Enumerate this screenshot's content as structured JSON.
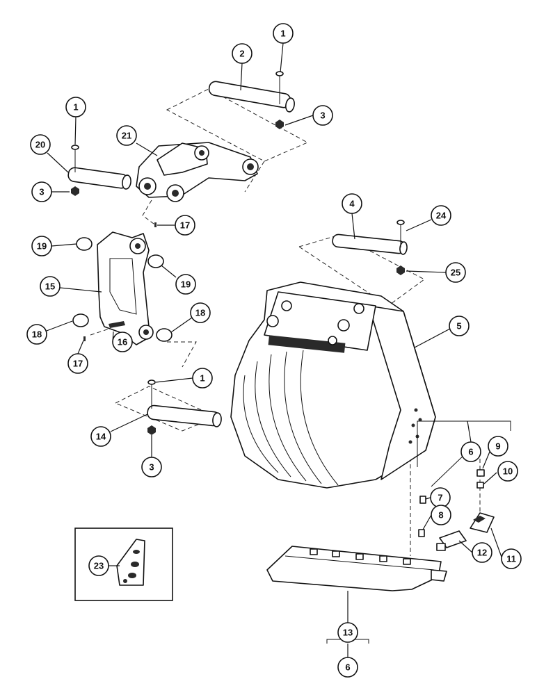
{
  "diagram": {
    "callouts": [
      {
        "id": "c1a",
        "label": "1"
      },
      {
        "id": "c2",
        "label": "2"
      },
      {
        "id": "c3a",
        "label": "3"
      },
      {
        "id": "c1b",
        "label": "1"
      },
      {
        "id": "c20",
        "label": "20"
      },
      {
        "id": "c21",
        "label": "21"
      },
      {
        "id": "c3b",
        "label": "3"
      },
      {
        "id": "c4",
        "label": "4"
      },
      {
        "id": "c24",
        "label": "24"
      },
      {
        "id": "c17a",
        "label": "17"
      },
      {
        "id": "c19a",
        "label": "19"
      },
      {
        "id": "c19b",
        "label": "19"
      },
      {
        "id": "c25",
        "label": "25"
      },
      {
        "id": "c15",
        "label": "15"
      },
      {
        "id": "c18a",
        "label": "18"
      },
      {
        "id": "c18b",
        "label": "18"
      },
      {
        "id": "c5",
        "label": "5"
      },
      {
        "id": "c16",
        "label": "16"
      },
      {
        "id": "c17b",
        "label": "17"
      },
      {
        "id": "c1c",
        "label": "1"
      },
      {
        "id": "c14",
        "label": "14"
      },
      {
        "id": "c3c",
        "label": "3"
      },
      {
        "id": "c6a",
        "label": "6"
      },
      {
        "id": "c9",
        "label": "9"
      },
      {
        "id": "c10",
        "label": "10"
      },
      {
        "id": "c7",
        "label": "7"
      },
      {
        "id": "c8",
        "label": "8"
      },
      {
        "id": "c11",
        "label": "11"
      },
      {
        "id": "c12",
        "label": "12"
      },
      {
        "id": "c23",
        "label": "23"
      },
      {
        "id": "c13",
        "label": "13"
      },
      {
        "id": "c6b",
        "label": "6"
      }
    ]
  }
}
